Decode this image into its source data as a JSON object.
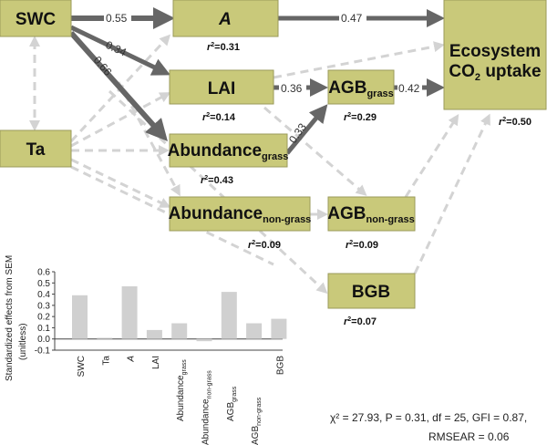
{
  "nodes": {
    "swc": "SWC",
    "a": "A",
    "eco_line1": "Ecosystem",
    "eco_line2_pre": "CO",
    "eco_line2_sub": "2",
    "eco_line2_post": " uptake",
    "lai": "LAI",
    "agb": "AGB",
    "grass": "grass",
    "nongrass": "non-grass",
    "ta": "Ta",
    "abundance": "Abundance",
    "bgb": "BGB"
  },
  "r2": {
    "prefix": "r",
    "sup": "2",
    "a": "=0.31",
    "lai": "=0.14",
    "agb_grass": "=0.29",
    "eco": "=0.50",
    "abund_grass": "=0.43",
    "abund_nongrass": "=0.09",
    "agb_nongrass": "=0.09",
    "bgb": "=0.07"
  },
  "coefficients": {
    "swc_a": "0.55",
    "a_eco": "0.47",
    "swc_lai": "0.34",
    "swc_abund": "0.66",
    "lai_agb": "0.36",
    "agb_eco": "0.42",
    "abund_agb": "0.33"
  },
  "colors": {
    "box": "#c9c97a",
    "solid_arrow": "#666666",
    "dashed_arrow": "#d3d3d3",
    "bar": "#d0d0d0"
  },
  "stats": {
    "line1": "χ² = 27.93, P = 0.31, df = 25, GFI = 0.87,",
    "line2": "RMSEAR = 0.06"
  },
  "chart_data": {
    "type": "bar",
    "ylabel_line1": "Standardized effects from SEM",
    "ylabel_line2": "(unitless)",
    "ylim": [
      -0.1,
      0.6
    ],
    "yticks": [
      "0.6",
      "0.5",
      "0.4",
      "0.3",
      "0.2",
      "0.1",
      "0.0",
      "-0.1"
    ],
    "categories": [
      {
        "main": "SWC",
        "sub": ""
      },
      {
        "main": "Ta",
        "sub": ""
      },
      {
        "main": "A",
        "sub": ""
      },
      {
        "main": "LAI",
        "sub": ""
      },
      {
        "main": "Abundance",
        "sub": "grass"
      },
      {
        "main": "Abundance",
        "sub": "non-grass"
      },
      {
        "main": "AGB",
        "sub": "grass"
      },
      {
        "main": "AGB",
        "sub": "non-grass"
      },
      {
        "main": "BGB",
        "sub": ""
      }
    ],
    "values": [
      0.39,
      0.01,
      0.47,
      0.08,
      0.14,
      -0.02,
      0.42,
      0.14,
      0.18
    ]
  }
}
